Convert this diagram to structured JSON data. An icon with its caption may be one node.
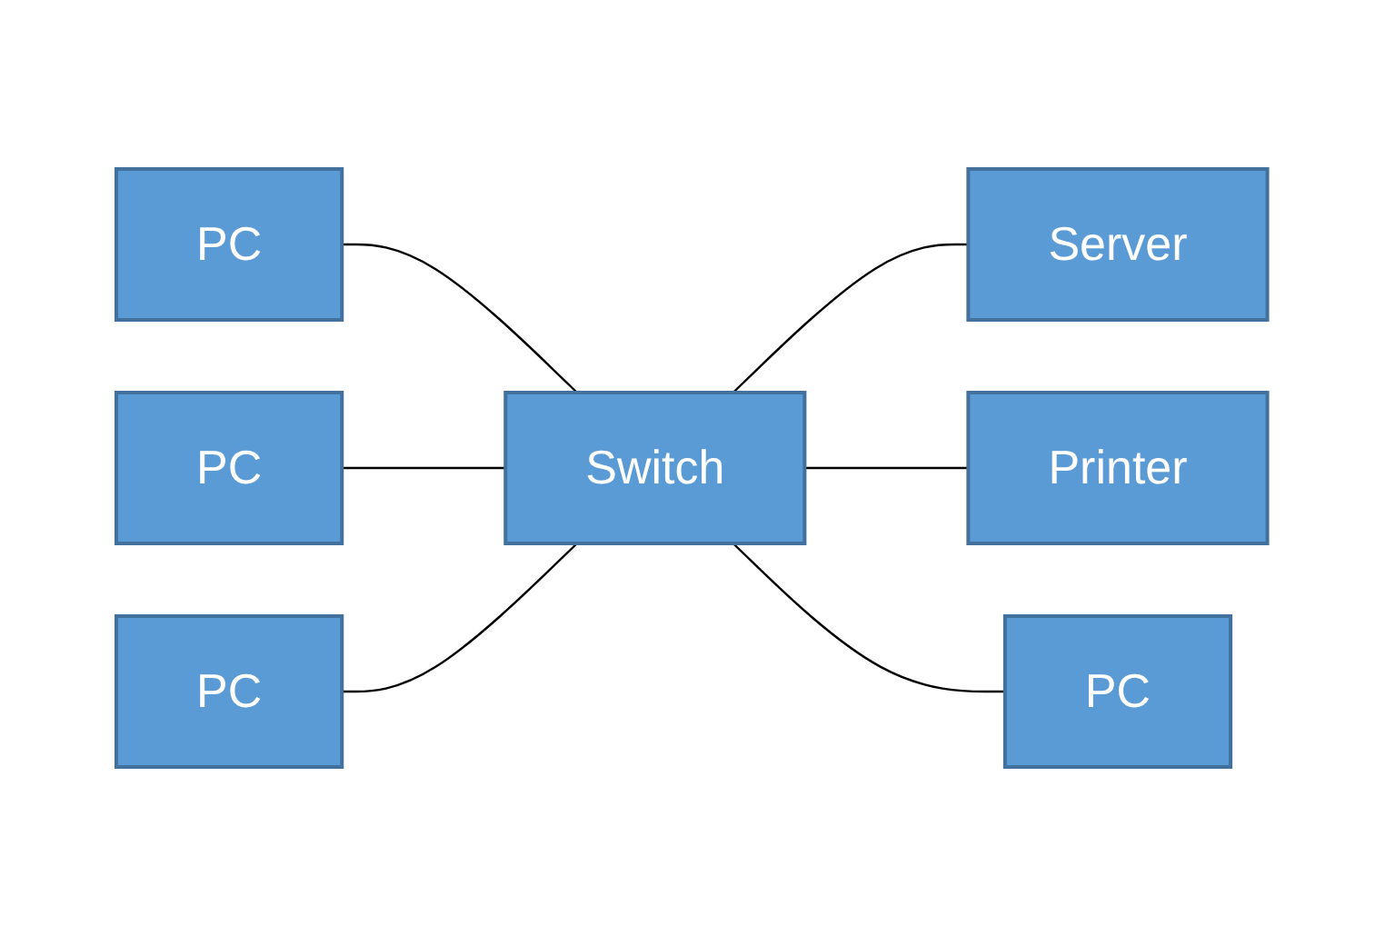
{
  "diagram": {
    "nodes": [
      {
        "text": [
          "PC"
        ]
      },
      {
        "text": [
          "PC"
        ]
      },
      {
        "text": [
          "Server"
        ]
      },
      {
        "text": [
          "Switch"
        ]
      },
      {
        "text": [
          "PC"
        ]
      },
      {
        "text": [
          "Printer"
        ]
      },
      {
        "text": [
          "PC"
        ]
      }
    ],
    "edges": [
      {
        "from": 0,
        "to": 3,
        "arrow": "none"
      },
      {
        "from": 1,
        "to": 3,
        "arrow": "none"
      },
      {
        "from": 3,
        "to": 2,
        "arrow": "none"
      },
      {
        "from": 4,
        "to": 3,
        "arrow": "none"
      },
      {
        "from": 3,
        "to": 5,
        "arrow": "none"
      },
      {
        "from": 3,
        "to": 6,
        "arrow": "none"
      }
    ]
  }
}
